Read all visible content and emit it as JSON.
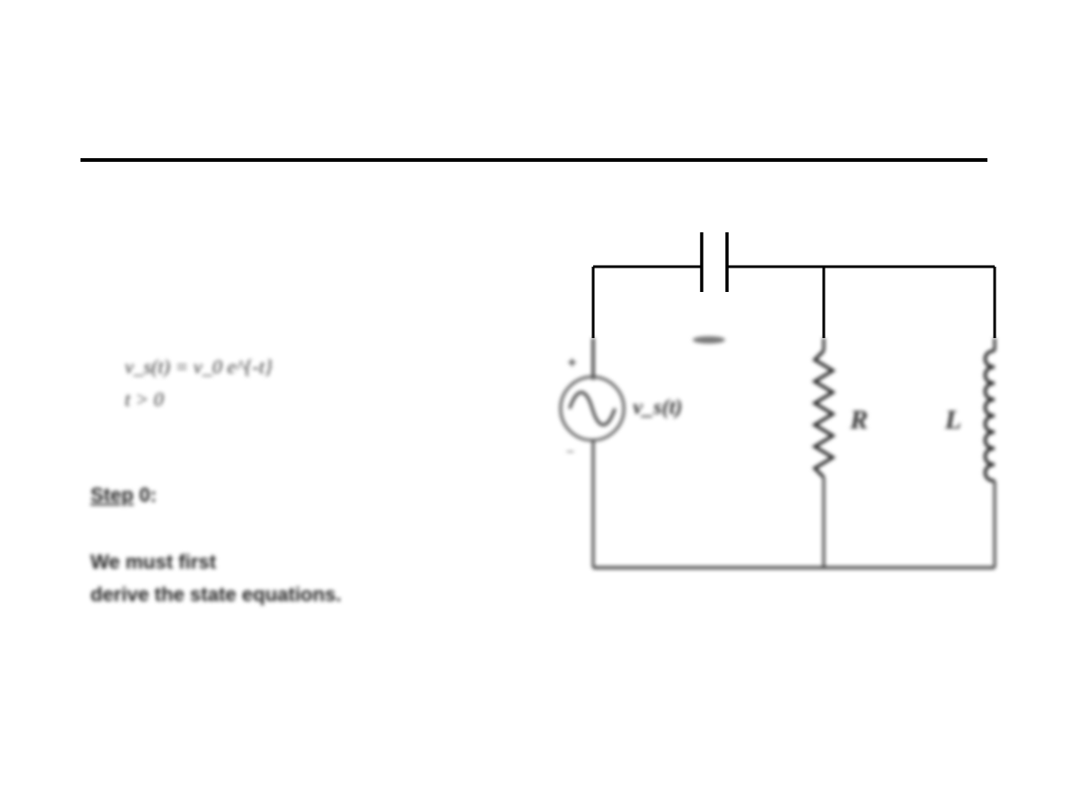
{
  "slide": {
    "equations": [
      "v_s(t) = v_0 e^{-t}",
      "t > 0"
    ],
    "step": {
      "label": "Step",
      "number": "0:"
    },
    "body_lines": [
      "We must first",
      "derive the state equations."
    ]
  },
  "circuit": {
    "source_label": "v_s(t)",
    "source_plus": "+",
    "source_minus": "−",
    "resistor_label": "R",
    "inductor_label": "L",
    "components": [
      "capacitor-icon",
      "ac-source-icon",
      "resistor-icon",
      "inductor-icon"
    ]
  },
  "colors": {
    "rule": "#000000",
    "wire": "#000000",
    "text": "#222222"
  }
}
